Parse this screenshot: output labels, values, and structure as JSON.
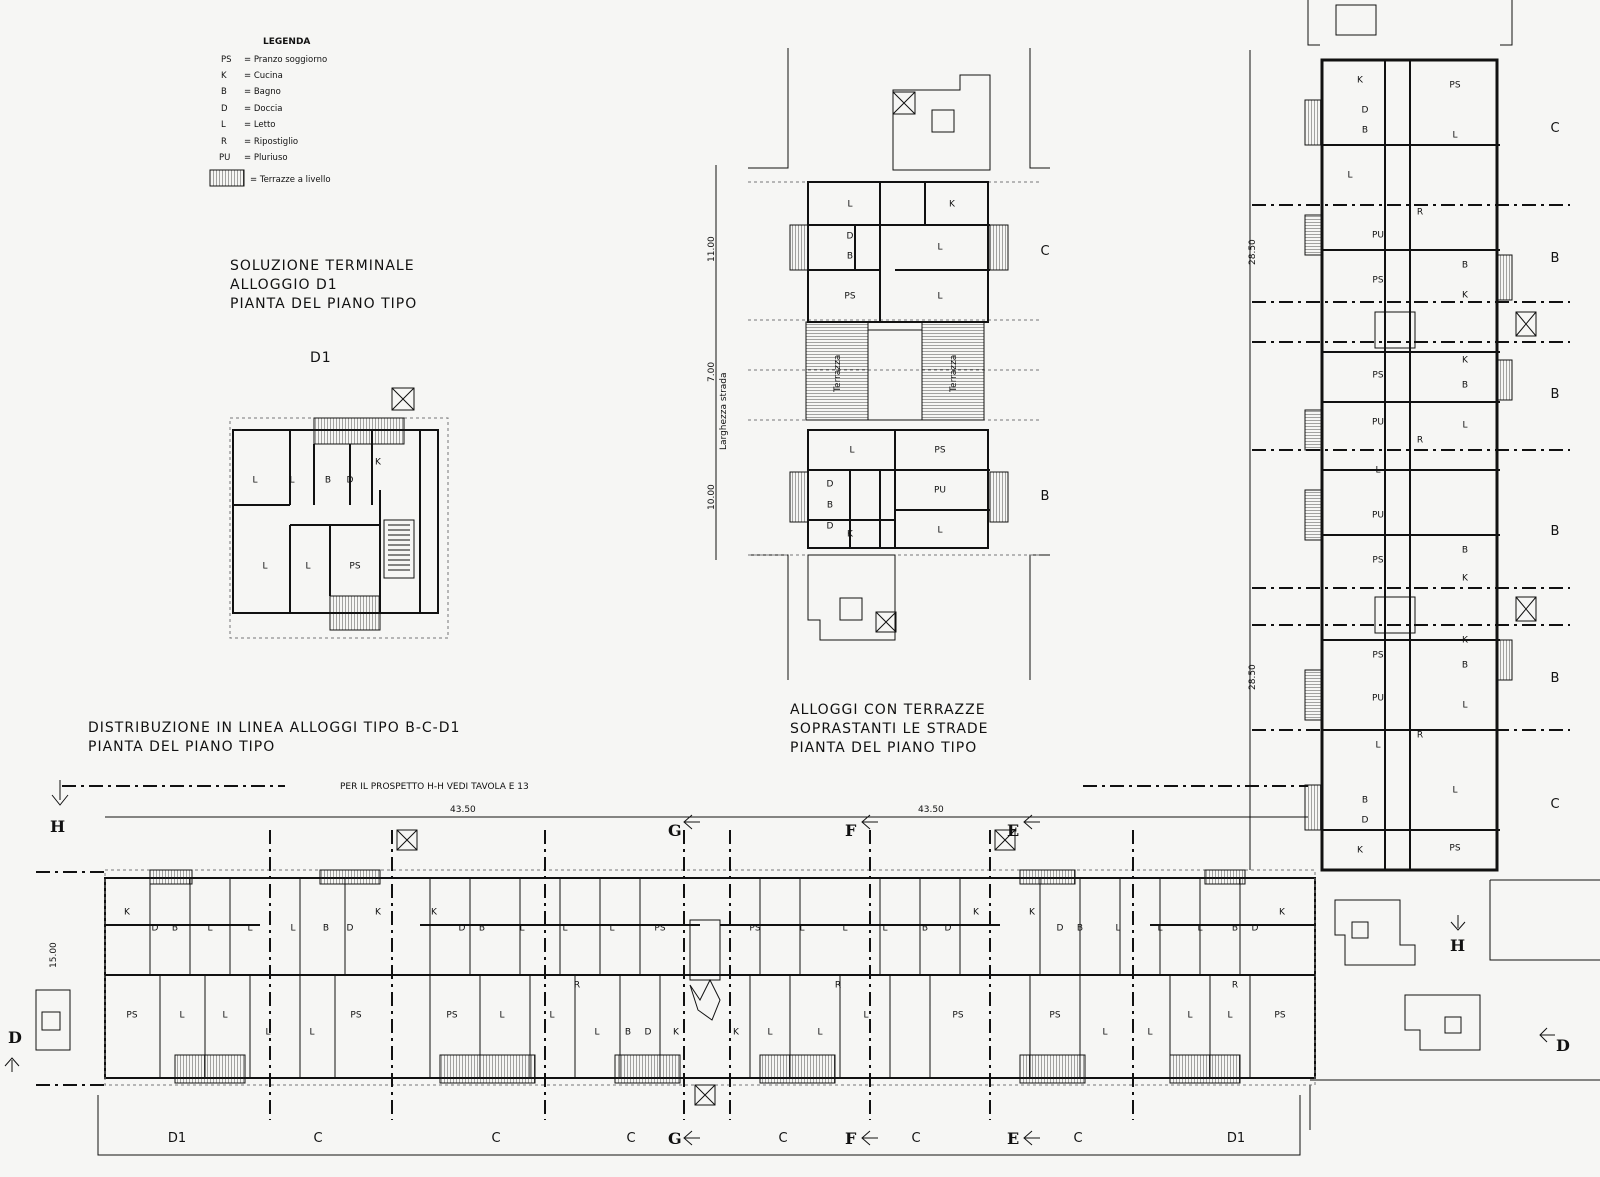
{
  "legend": {
    "title": "LEGENDA",
    "items": [
      {
        "code": "PS",
        "label": "= Pranzo soggiorno"
      },
      {
        "code": "K",
        "label": "= Cucina"
      },
      {
        "code": "B",
        "label": "= Bagno"
      },
      {
        "code": "D",
        "label": "= Doccia"
      },
      {
        "code": "L",
        "label": "= Letto"
      },
      {
        "code": "R",
        "label": "= Ripostiglio"
      },
      {
        "code": "PU",
        "label": "= Pluriuso"
      }
    ],
    "terrace_label": "= Terrazze a livello"
  },
  "terminal_plan": {
    "title_lines": [
      "SOLUZIONE TERMINALE",
      "ALLOGGIO D1",
      "PIANTA DEL PIANO TIPO"
    ],
    "unit_label": "D1",
    "rooms": [
      "L",
      "L",
      "B",
      "D",
      "K",
      "L",
      "L",
      "PS"
    ]
  },
  "street_plan": {
    "title_lines": [
      "ALLOGGI CON TERRAZZE",
      "SOPRASTANTI LE STRADE",
      "PIANTA DEL PIANO TIPO"
    ],
    "dimensions": [
      "11.00",
      "7.00",
      "10.00"
    ],
    "street_label": "Larghezza strada",
    "terrace_text": "Terrazza",
    "zone_top": "C",
    "zone_bottom": "B",
    "rooms_top": [
      "L",
      "K",
      "D",
      "B",
      "L",
      "PS",
      "L"
    ],
    "rooms_bottom": [
      "L",
      "PS",
      "D",
      "B",
      "PU",
      "D",
      "K",
      "L"
    ]
  },
  "line_plan": {
    "title_lines": [
      "DISTRIBUZIONE IN LINEA ALLOGGI TIPO B-C-D1",
      "PIANTA DEL PIANO TIPO"
    ],
    "note": "PER IL PROSPETTO H-H VEDI TAVOLA E 13",
    "dimensions": [
      "43.50",
      "43.50",
      "15.00"
    ],
    "section_marks": [
      "H",
      "G",
      "F",
      "E",
      "D",
      "G",
      "F",
      "E",
      "D",
      "H"
    ],
    "zones": [
      "D1",
      "C",
      "C",
      "C",
      "C",
      "C",
      "C",
      "D1"
    ],
    "rooms_top": [
      "K",
      "D",
      "B",
      "L",
      "L",
      "L",
      "B",
      "D",
      "K",
      "K",
      "D",
      "B",
      "L",
      "L",
      "L",
      "PS",
      "PS",
      "L",
      "L",
      "L",
      "B",
      "D",
      "K",
      "K",
      "D",
      "B",
      "L",
      "L",
      "L",
      "B",
      "D",
      "K"
    ],
    "rooms_bottom": [
      "PS",
      "L",
      "L",
      "L",
      "L",
      "PS",
      "PS",
      "L",
      "L",
      "L",
      "B",
      "D",
      "K",
      "K",
      "L",
      "L",
      "L",
      "PS",
      "PS",
      "L",
      "L",
      "L",
      "L",
      "PS"
    ],
    "r_labels": [
      "R",
      "R",
      "R"
    ]
  },
  "vertical_plan": {
    "dimensions": [
      "28.50",
      "28.50"
    ],
    "zones": [
      "C",
      "B",
      "B",
      "B",
      "B",
      "C"
    ],
    "rooms": [
      "K",
      "PS",
      "D",
      "B",
      "L",
      "L",
      "PU",
      "B",
      "PS",
      "K",
      "PS",
      "K",
      "B",
      "PU",
      "L",
      "L",
      "PU",
      "PS",
      "K",
      "B",
      "PS",
      "K",
      "B",
      "PU",
      "L",
      "L",
      "B",
      "D",
      "L",
      "K",
      "PS"
    ],
    "r_labels": [
      "R",
      "R",
      "R"
    ]
  }
}
